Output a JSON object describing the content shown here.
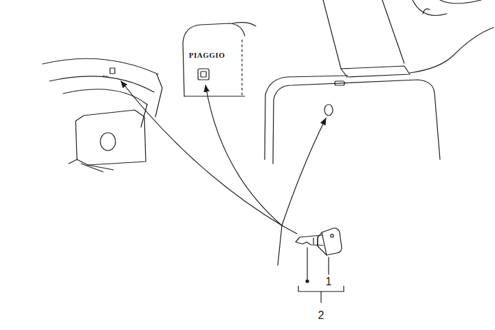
{
  "diagram": {
    "labels": [
      "PIAGGIO",
      "1",
      "2"
    ]
  }
}
